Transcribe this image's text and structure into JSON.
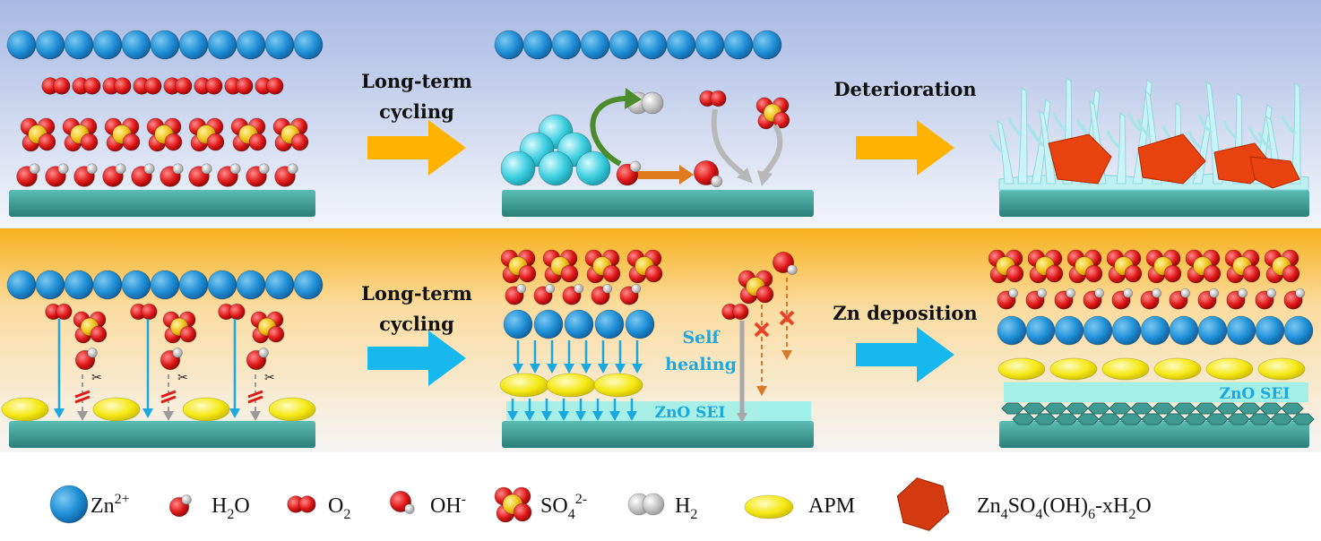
{
  "top_row": {
    "arrow1_label_line1": "Long-term",
    "arrow1_label_line2": "cycling",
    "arrow2_label": "Deterioration"
  },
  "bottom_row": {
    "arrow1_label_line1": "Long-term",
    "arrow1_label_line2": "cycling",
    "arrow2_label": "Zn deposition",
    "self_healing_line1": "Self",
    "self_healing_line2": "healing",
    "sei_label_middle": "ZnO SEI",
    "sei_label_right": "ZnO SEI"
  },
  "legend": {
    "zn_ion": {
      "base": "Zn",
      "sup": "2+"
    },
    "water": {
      "base": "H",
      "sub": "2",
      "tail": "O"
    },
    "oxygen": {
      "base": "O",
      "sub": "2"
    },
    "hydroxide": {
      "base": "OH",
      "sup": "-"
    },
    "sulfate": {
      "base": "SO",
      "sub": "4",
      "sup": "2-"
    },
    "hydrogen": {
      "base": "H",
      "sub": "2"
    },
    "apm": {
      "text": "APM"
    },
    "byproduct": {
      "p1": "Zn",
      "s1": "4",
      "p2": "SO",
      "s2": "4",
      "p3": "(OH)",
      "s3": "6",
      "p4": "-xH",
      "s4": "2",
      "p5": "O"
    }
  },
  "colors": {
    "zn_ion": "#1f8fd6",
    "water_o": "#e01818",
    "water_h": "#cfcfcf",
    "sulfate_s": "#f2c21b",
    "apm": "#f5e914",
    "electrode": "#3a9f98",
    "sei": "#9fefe8",
    "arrow_yellow": "#ffb300",
    "arrow_blue": "#16b8ee",
    "byproduct": "#e8420e",
    "dendrite": "#bff0f3"
  }
}
